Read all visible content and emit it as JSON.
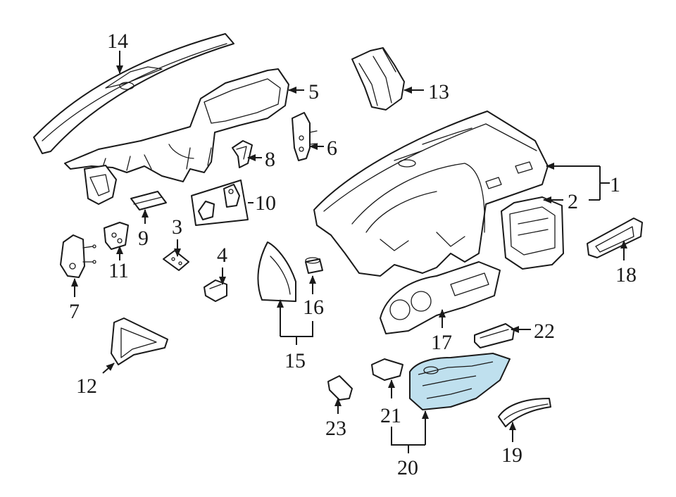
{
  "diagram": {
    "accent_color": "#bfe0ee",
    "callouts": {
      "c1": "1",
      "c2": "2",
      "c3": "3",
      "c4": "4",
      "c5": "5",
      "c6": "6",
      "c7": "7",
      "c8": "8",
      "c9": "9",
      "c10": "10",
      "c11": "11",
      "c12": "12",
      "c13": "13",
      "c14": "14",
      "c15": "15",
      "c16": "16",
      "c17": "17",
      "c18": "18",
      "c19": "19",
      "c20": "20",
      "c21": "21",
      "c22": "22",
      "c23": "23"
    }
  }
}
